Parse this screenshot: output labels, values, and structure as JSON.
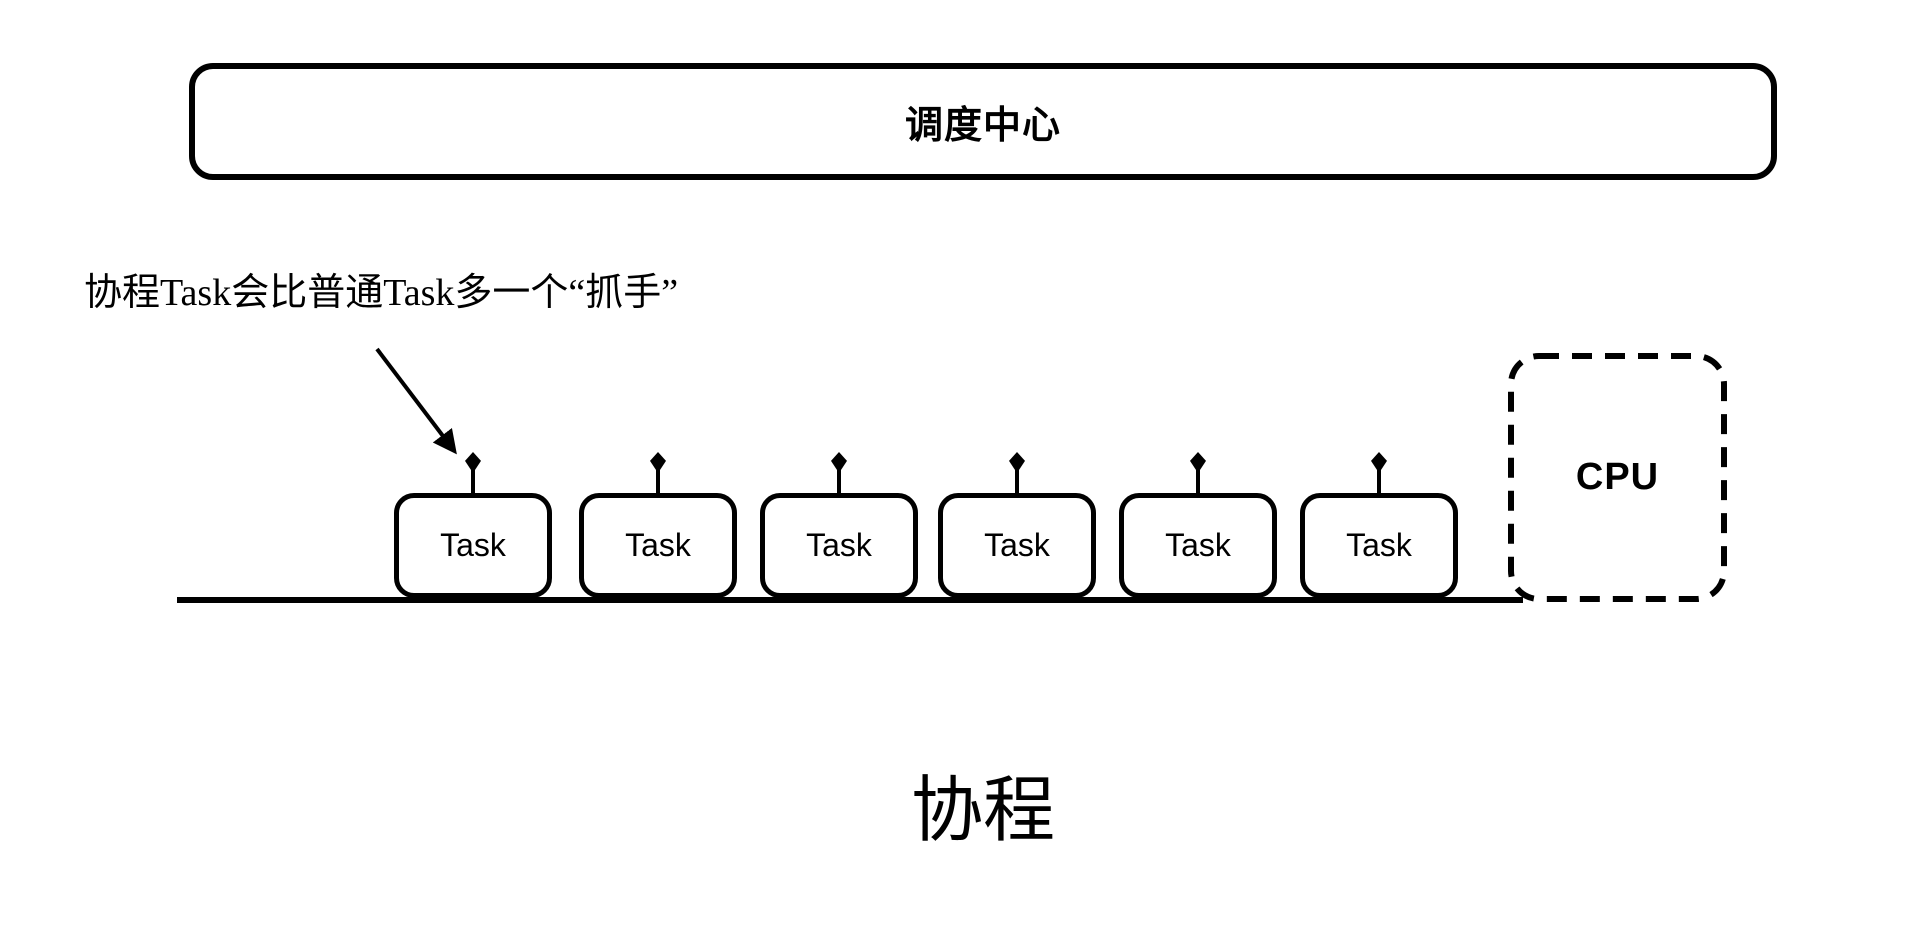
{
  "scheduler": {
    "label": "调度中心"
  },
  "annotation": {
    "text": "协程Task会比普通Task多一个“抓手”"
  },
  "tasks": [
    {
      "label": "Task"
    },
    {
      "label": "Task"
    },
    {
      "label": "Task"
    },
    {
      "label": "Task"
    },
    {
      "label": "Task"
    },
    {
      "label": "Task"
    }
  ],
  "cpu": {
    "label": "CPU"
  },
  "caption": {
    "label": "协程"
  },
  "colors": {
    "ink": "#000000",
    "background": "#ffffff"
  }
}
